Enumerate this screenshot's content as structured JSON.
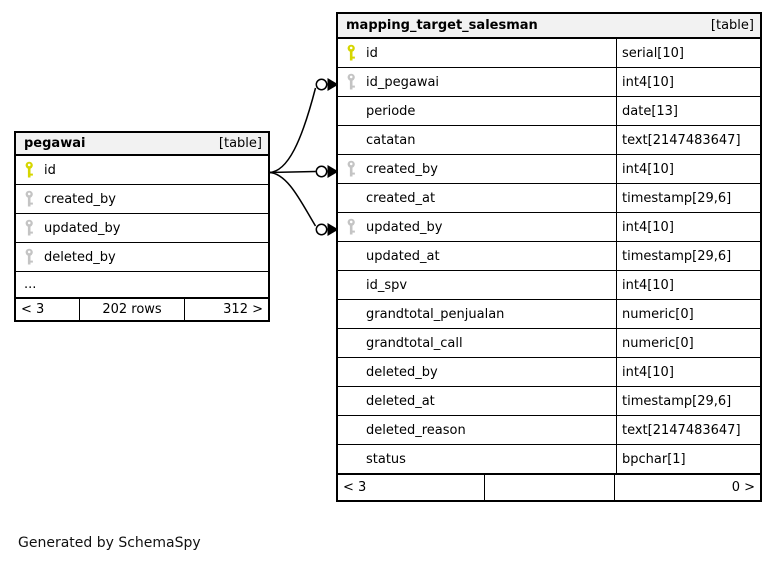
{
  "credit": "Generated by SchemaSpy",
  "colors": {
    "pk_key": "#d6d600",
    "fk_key": "#c4c4c4",
    "header_bg": "#f2f2f2",
    "line": "#000000"
  },
  "tables": [
    {
      "name": "pegawai",
      "tag": "[table]",
      "has_types": false,
      "columns": [
        {
          "name": "id",
          "key": "pk"
        },
        {
          "name": "created_by",
          "key": "fk"
        },
        {
          "name": "updated_by",
          "key": "fk"
        },
        {
          "name": "deleted_by",
          "key": "fk"
        },
        {
          "name": "...",
          "key": null
        }
      ],
      "footer": {
        "left": "< 3",
        "center": "202 rows",
        "right": "312 >"
      }
    },
    {
      "name": "mapping_target_salesman",
      "tag": "[table]",
      "has_types": true,
      "columns": [
        {
          "name": "id",
          "type": "serial[10]",
          "key": "pk"
        },
        {
          "name": "id_pegawai",
          "type": "int4[10]",
          "key": "fk"
        },
        {
          "name": "periode",
          "type": "date[13]",
          "key": null
        },
        {
          "name": "catatan",
          "type": "text[2147483647]",
          "key": null
        },
        {
          "name": "created_by",
          "type": "int4[10]",
          "key": "fk"
        },
        {
          "name": "created_at",
          "type": "timestamp[29,6]",
          "key": null
        },
        {
          "name": "updated_by",
          "type": "int4[10]",
          "key": "fk"
        },
        {
          "name": "updated_at",
          "type": "timestamp[29,6]",
          "key": null
        },
        {
          "name": "id_spv",
          "type": "int4[10]",
          "key": null
        },
        {
          "name": "grandtotal_penjualan",
          "type": "numeric[0]",
          "key": null
        },
        {
          "name": "grandtotal_call",
          "type": "numeric[0]",
          "key": null
        },
        {
          "name": "deleted_by",
          "type": "int4[10]",
          "key": null
        },
        {
          "name": "deleted_at",
          "type": "timestamp[29,6]",
          "key": null
        },
        {
          "name": "deleted_reason",
          "type": "text[2147483647]",
          "key": null
        },
        {
          "name": "status",
          "type": "bpchar[1]",
          "key": null
        }
      ],
      "footer": {
        "left": "< 3",
        "center": "",
        "right": "0 >"
      }
    }
  ],
  "relationships": [
    {
      "from": "pegawai.id",
      "to": "mapping_target_salesman.id_pegawai"
    },
    {
      "from": "pegawai.id",
      "to": "mapping_target_salesman.created_by"
    },
    {
      "from": "pegawai.id",
      "to": "mapping_target_salesman.updated_by"
    }
  ]
}
